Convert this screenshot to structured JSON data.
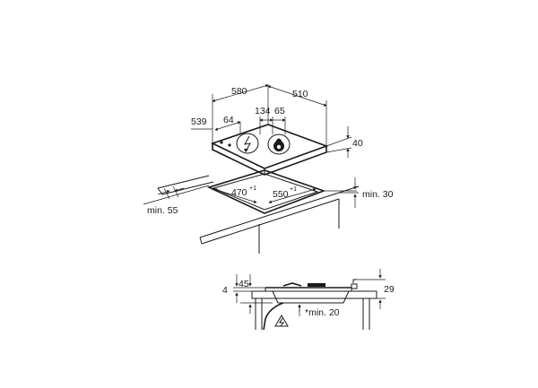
{
  "top_view": {
    "dims": {
      "width": "580",
      "depth": "510",
      "side_left": "539",
      "knob_offset": "64",
      "burner_gap": "134",
      "burner_gap_2": "65",
      "height": "40"
    }
  },
  "cutout": {
    "width": "470",
    "width_tol": "+1",
    "depth": "550",
    "depth_tol": "+1",
    "front_min": "min. 55",
    "back_min": "min. 30"
  },
  "section": {
    "left_a": "4",
    "left_b": "45",
    "right": "29",
    "below_min": "*min. 20"
  },
  "icons": [
    "lightning-symbol-icon",
    "flame-symbol-icon",
    "warning-electrical-icon"
  ]
}
